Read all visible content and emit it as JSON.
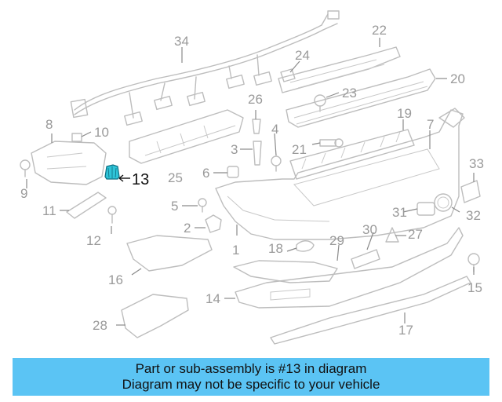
{
  "diagram": {
    "callouts": {
      "c1": "1",
      "c2": "2",
      "c3": "3",
      "c4": "4",
      "c5": "5",
      "c6": "6",
      "c7": "7",
      "c8": "8",
      "c9": "9",
      "c10": "10",
      "c11": "11",
      "c12": "12",
      "c13": "13",
      "c14": "14",
      "c15": "15",
      "c16": "16",
      "c17": "17",
      "c18": "18",
      "c19": "19",
      "c20": "20",
      "c21": "21",
      "c22": "22",
      "c23": "23",
      "c24": "24",
      "c25": "25",
      "c26": "26",
      "c27": "27",
      "c28": "28",
      "c29": "29",
      "c30": "30",
      "c31": "31",
      "c32": "32",
      "c33": "33",
      "c34": "34"
    },
    "highlighted_part": "13",
    "colors": {
      "highlight_part": "#2ec4d8",
      "banner": "#5bc4f4",
      "linework": "#bdbdbd"
    }
  },
  "banner": {
    "line1": "Part or sub-assembly is #13 in diagram",
    "line2": "Diagram may not be specific to your vehicle"
  }
}
